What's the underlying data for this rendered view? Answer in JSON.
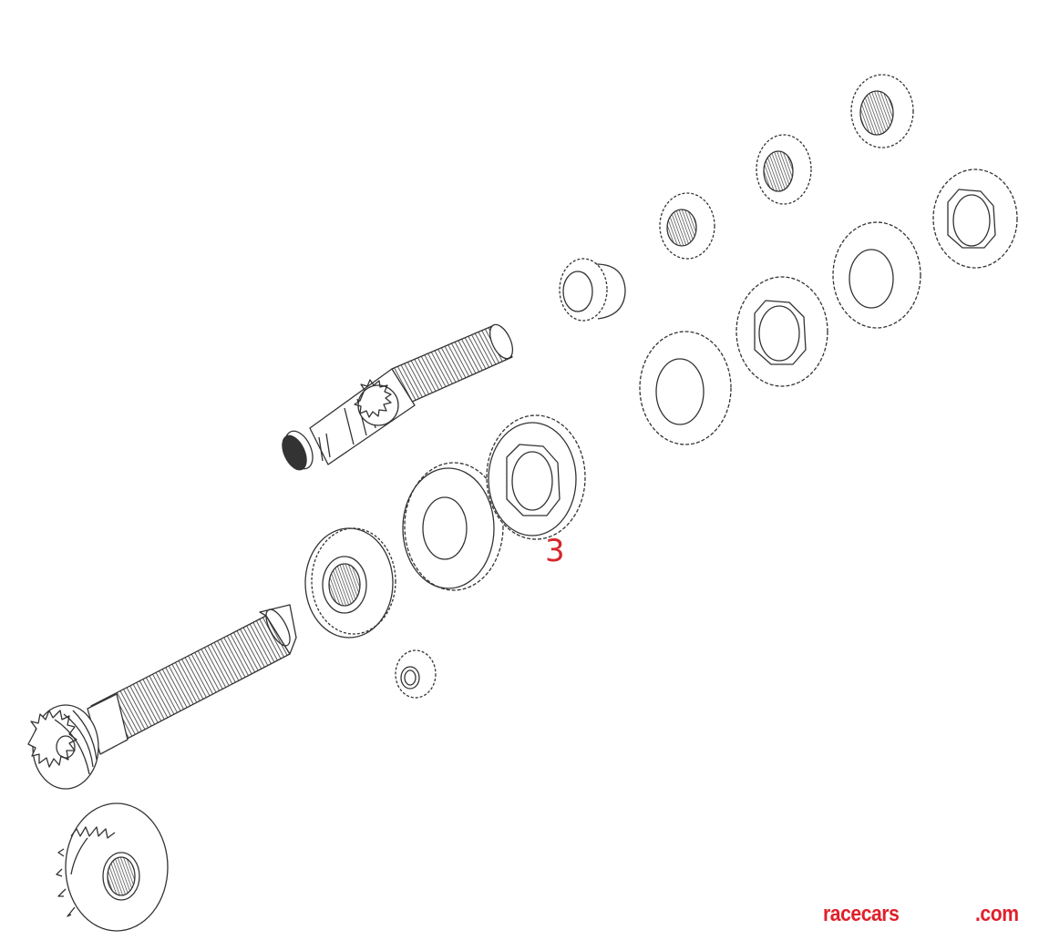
{
  "diagram": {
    "title": "Exploded view of gearbox shafts and gears",
    "callout": {
      "label": "3",
      "color": "#d6262b",
      "target": "gear-with-dog-ring-center"
    },
    "watermark": {
      "left_text": "racecars",
      "right_text": ".com",
      "color": "#e0202a"
    },
    "line_color": "#333333",
    "parts": [
      {
        "id": "pinion-shaft",
        "desc": "Splined output shaft with spiral bevel pinion"
      },
      {
        "id": "crown-wheel",
        "desc": "Bevel crown wheel with splined bore"
      },
      {
        "id": "input-shaft",
        "desc": "Input shaft with integral gears and splines"
      },
      {
        "id": "large-gear-a",
        "desc": "Large gear with splined bore"
      },
      {
        "id": "small-idler-gear",
        "desc": "Small gear"
      },
      {
        "id": "gear-plain-1",
        "desc": "Gear with plain bore"
      },
      {
        "id": "gear-dog-3",
        "desc": "Gear with dog ring (item 3)"
      },
      {
        "id": "bush-gear",
        "desc": "Small bush gear"
      },
      {
        "id": "needle-gear-1",
        "desc": "Small gear with needle bearing"
      },
      {
        "id": "needle-gear-2",
        "desc": "Small gear with needle bearing"
      },
      {
        "id": "needle-gear-3",
        "desc": "Small gear with needle bearing"
      },
      {
        "id": "gear-plain-2",
        "desc": "Gear with plain bore"
      },
      {
        "id": "gear-dog-2",
        "desc": "Gear with dog ring"
      },
      {
        "id": "gear-plain-3",
        "desc": "Gear with plain bore"
      },
      {
        "id": "gear-dog-4",
        "desc": "Gear with dog ring"
      }
    ]
  }
}
